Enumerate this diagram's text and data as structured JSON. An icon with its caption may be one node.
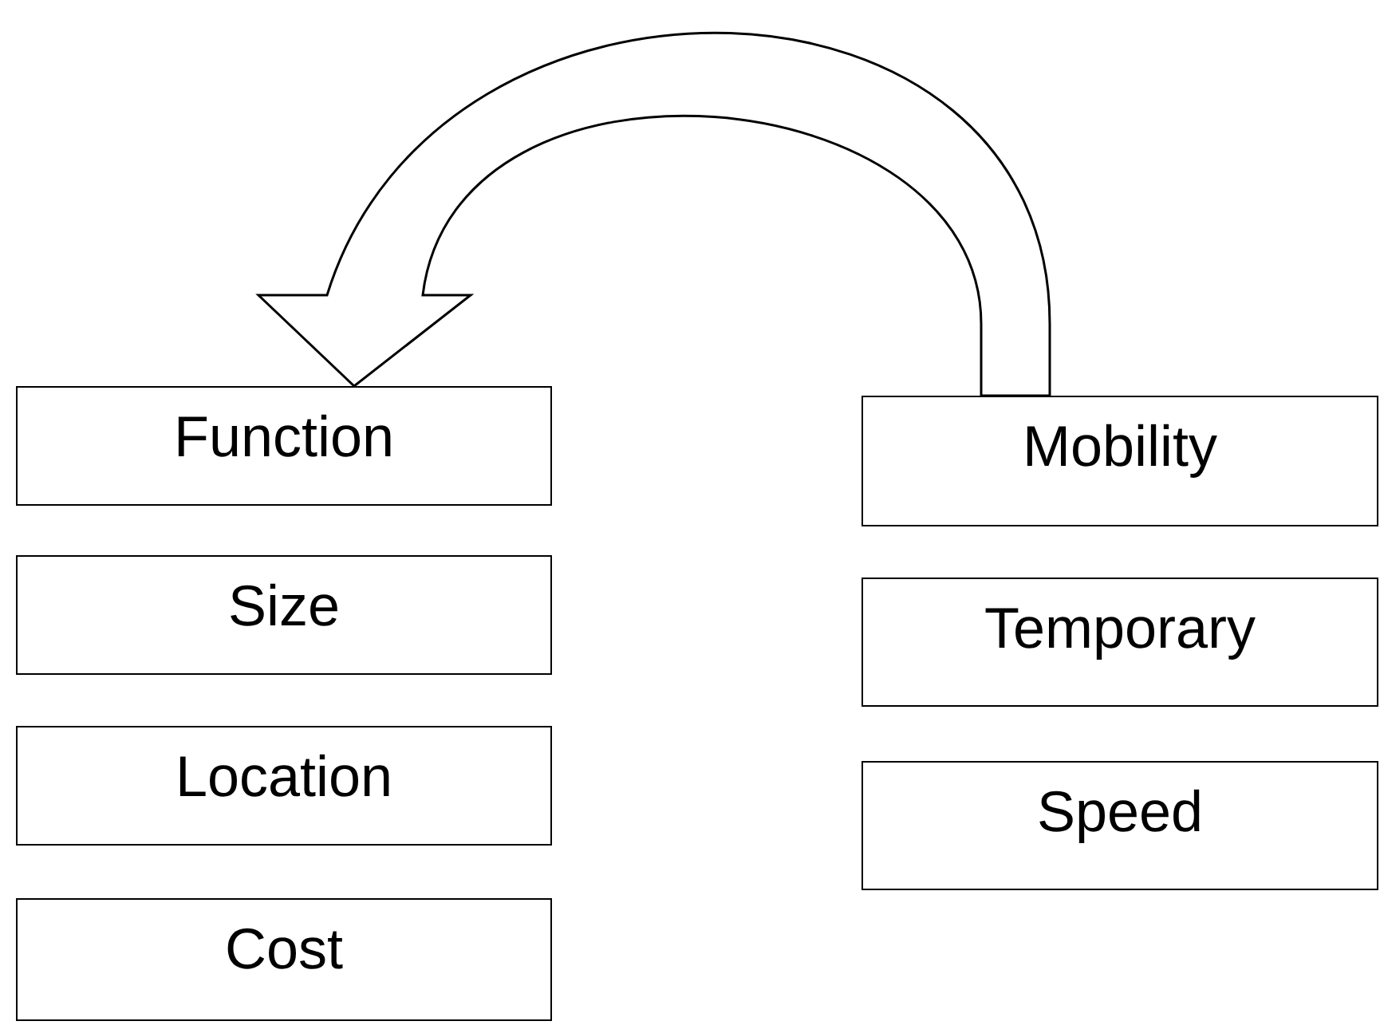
{
  "diagram": {
    "nodes": [
      {
        "text": [
          "Function"
        ]
      },
      {
        "text": [
          "Size"
        ]
      },
      {
        "text": [
          "Location"
        ]
      },
      {
        "text": [
          "Cost"
        ]
      },
      {
        "text": [
          "Mobility"
        ]
      },
      {
        "text": [
          "Temporary"
        ]
      },
      {
        "text": [
          "Speed"
        ]
      }
    ],
    "edges": [
      {
        "from": 4,
        "to": 0,
        "arrow": "to"
      }
    ]
  }
}
